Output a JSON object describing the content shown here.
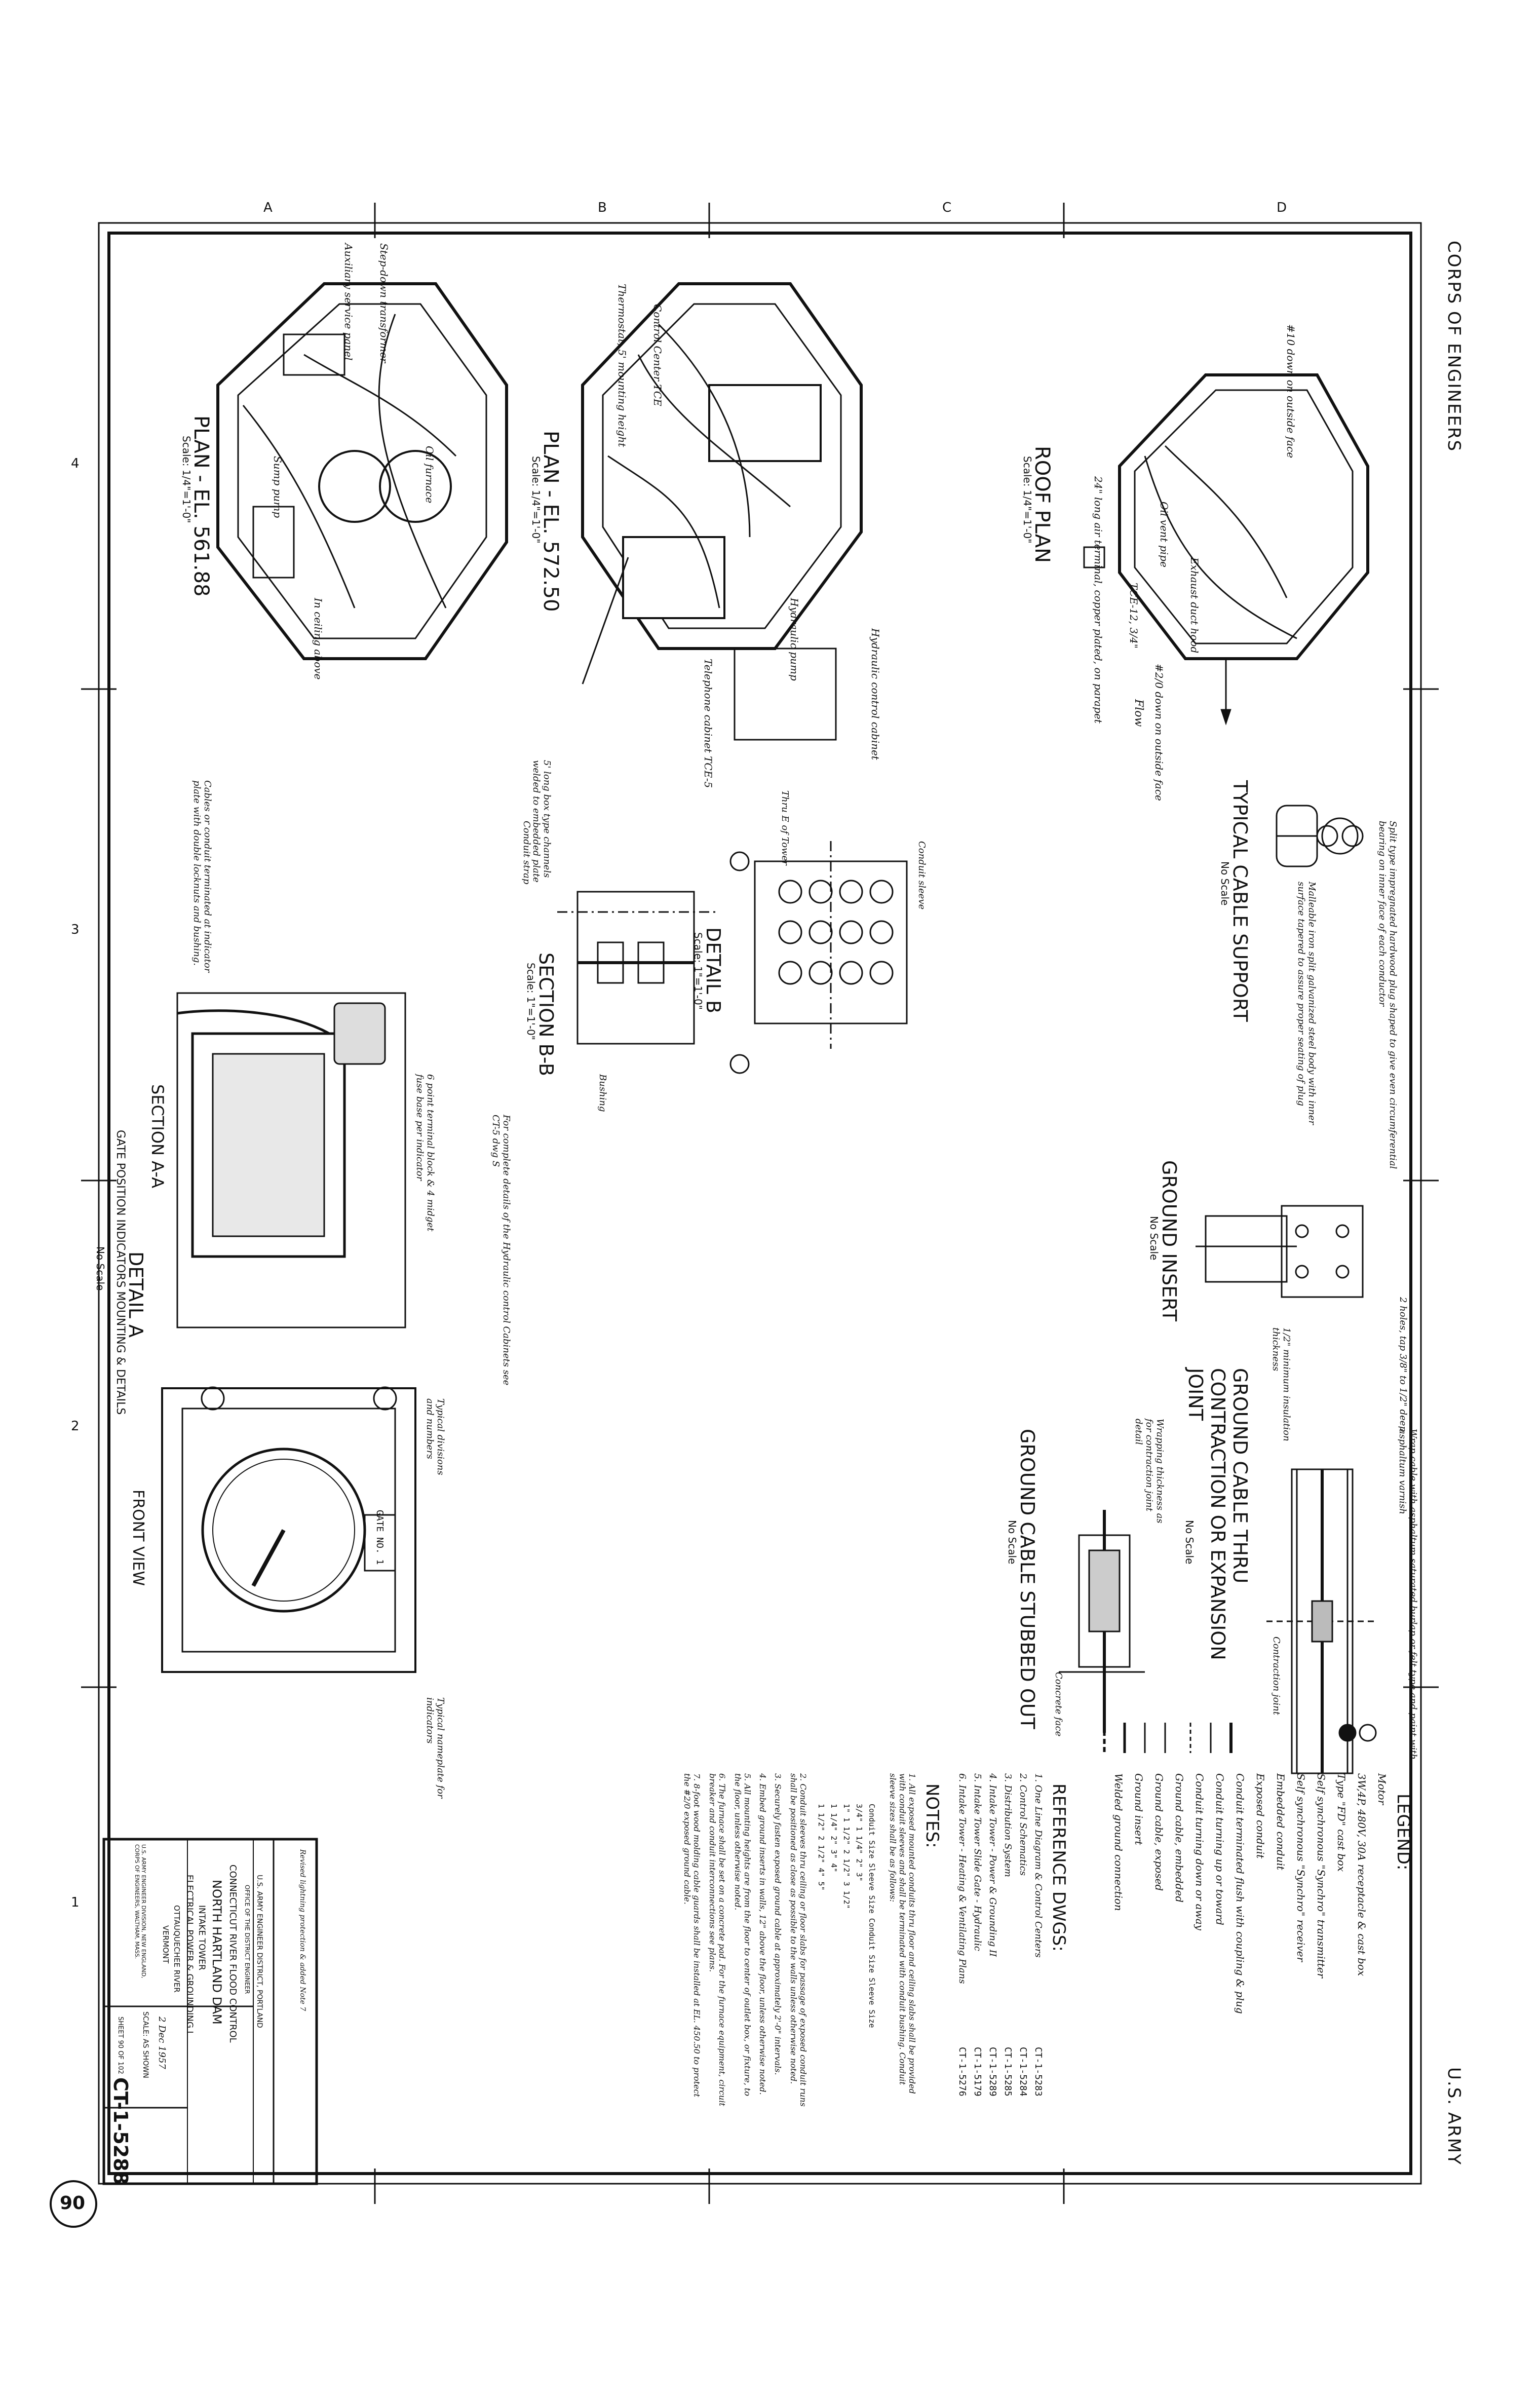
{
  "border": {
    "top_label": "CORPS OF ENGINEERS",
    "right_label": "U.S. ARMY",
    "zone_letters": [
      "A",
      "B",
      "C",
      "D"
    ],
    "zone_numbers": [
      "4",
      "3",
      "2",
      "1"
    ]
  },
  "views": {
    "roof_plan": {
      "title": "ROOF PLAN",
      "scale": "Scale: 1/4\"=1'-0\""
    },
    "plan_572": {
      "title": "PLAN - EL. 572.50",
      "scale": "Scale: 1/4\"=1'-0\""
    },
    "plan_560": {
      "title": "PLAN - EL. 561.88",
      "scale": "Scale: 1/4\"=1'-0\""
    },
    "cable_support": {
      "title": "TYPICAL CABLE SUPPORT",
      "scale": "No Scale"
    },
    "ground_insert": {
      "title": "GROUND INSERT",
      "scale": "No Scale"
    },
    "ground_thru_joint": {
      "title": "GROUND CABLE THRU CONTRACTION OR EXPANSION JOINT",
      "scale": "No Scale"
    },
    "ground_stubbed": {
      "title": "GROUND CABLE STUBBED OUT",
      "scale": "No Scale"
    },
    "detail_b": {
      "title": "DETAIL B",
      "scale": "Scale: 1\"=1'-0\""
    },
    "section_bb": {
      "title": "SECTION B-B",
      "scale": "Scale: 1\"=1'-0\""
    },
    "section_aa": {
      "title": "SECTION A-A"
    },
    "detail_a": {
      "title": "DETAIL A",
      "subtitle": "GATE POSITION INDICATORS MOUNTING & DETAILS",
      "scale": "No Scale"
    },
    "front_view": {
      "title": "FRONT VIEW"
    }
  },
  "annotations": {
    "roof_1": "#10 down on outside face",
    "roof_2": "Exhaust duct hood",
    "roof_3": "Oil vent pipe",
    "roof_4": "24\" long air terminal, copper plated, on parapet",
    "roof_5": "#2/0 down on outside face",
    "roof_6": "Flow",
    "roof_7": "TCE-12, 3/4\"",
    "support_1": "Split type impregnated hardwood plug shaped to give even circumferential bearing on inner face of each conductor",
    "support_2": "Malleable iron split galvanized steel body with inner surface tapered to assure proper seating of plug",
    "insert_1": "2 holes, tap 3/8\" to 1/2\" deep",
    "joint_1": "Wrap cable with asphaltum saturated burlap or felt type and paint with asphaltum varnish",
    "joint_2": "Contraction joint",
    "joint_3": "1/2\" minimum insulation thickness",
    "stub_1": "Wrapping thickness as for contraction joint detail",
    "stub_2": "Concrete face",
    "plan572_1": "Thermostat, 5' mounting height",
    "plan572_2": "Control Center TCE",
    "plan572_3": "Hydraulic control cabinet",
    "plan572_4": "Hydraulic pump",
    "plan572_5": "Telephone cabinet TCE-5",
    "plan560_1": "Step-down transformer",
    "plan560_2": "Oil furnace",
    "plan560_3": "Auxiliary service panel",
    "plan560_4": "Sump pump",
    "plan560_5": "In ceiling above",
    "detail_b_1": "Conduit sleeve",
    "detail_b_2": "Thru E of Tower",
    "section_bb_1": "5' long box type channels welded to embedded plate",
    "section_bb_2": "Conduit strap",
    "section_bb_3": "Bushing",
    "section_bb_4": "For complete details of the Hydraulic control Cabinets see CT-5 dwg S",
    "section_aa_1": "6 point terminal block & 4 midget fuse base per indicator",
    "section_aa_2": "Cables or conduit terminated at indicator plate with double locknuts and bushing.",
    "detail_a_1": "Typical divisions and numbers",
    "detail_a_2": "Typical nameplate for indicators",
    "detail_a_3": "GATE NO. 1"
  },
  "legend": {
    "title": "LEGEND:",
    "items": [
      "Motor",
      "3W,4P, 480V, 30A receptacle & cast box",
      "Type \"FD\" cast box",
      "Self synchronous \"Synchro\" transmitter",
      "Self synchronous \"Synchro\" receiver",
      "Embedded conduit",
      "Exposed conduit",
      "Conduit terminated flush with coupling & plug",
      "Conduit turning up or toward",
      "Conduit turning down or away",
      "Ground cable, embedded",
      "Ground cable, exposed",
      "Ground insert",
      "Welded ground connection"
    ]
  },
  "reference": {
    "title": "REFERENCE DWGS:",
    "items": [
      {
        "name": "1. One Line Diagram & Control Centers",
        "dwg": "CT-1-5283"
      },
      {
        "name": "2. Control Schematics",
        "dwg": "CT-1-5284"
      },
      {
        "name": "3. Distribution System",
        "dwg": "CT-1-5285"
      },
      {
        "name": "4. Intake Tower - Power & Grounding II",
        "dwg": "CT-1-5289"
      },
      {
        "name": "5. Intake Tower Slide Gate - Hydraulic",
        "dwg": "CT-1-5179"
      },
      {
        "name": "6. Intake Tower - Heating & Ventilating Plans",
        "dwg": "CT-1-5276"
      }
    ]
  },
  "notes": {
    "title": "NOTES:",
    "items": [
      "1. All exposed mounted conduits thru floor and ceiling slabs shall be provided with conduit sleeves and shall be terminated with conduit bushing. Conduit sleeve sizes shall be as follows:",
      "2. Conduit sleeves thru ceiling or floor slabs for passage of exposed conduit runs shall be positioned as close as possible to the walls unless otherwise noted.",
      "3. Securely fasten exposed ground cable at approximately 2'-0\" intervals.",
      "4. Embed ground inserts in walls, 12\" above the floor, unless otherwise noted.",
      "5. All mounting heights are from the floor to center of outlet box, or fixture, to the floor, unless otherwise noted.",
      "6. The furnace shall be set on a concrete pad. For the furnace equipment, circuit breaker and conduit interconnections see plans.",
      "7. 8-foot wood molding cable guards shall be installed at EL. 450.50 to protect the #2/0 exposed ground cable."
    ],
    "sleeve_table": {
      "headers": [
        "Conduit Size",
        "Sleeve Size",
        "Conduit Size",
        "Sleeve Size"
      ],
      "rows": [
        [
          "3/4\"",
          "1 1/4\"",
          "2\"",
          "3\""
        ],
        [
          "1\"",
          "1 1/2\"",
          "2 1/2\"",
          "3 1/2\""
        ],
        [
          "1 1/4\"",
          "2\"",
          "3\"",
          "4\""
        ],
        [
          "1 1/2\"",
          "2 1/2\"",
          "4\"",
          "5\""
        ]
      ]
    }
  },
  "title_block": {
    "revision": "Revised lightning protection & added Note 7",
    "agency": "U.S. ARMY ENGINEER DISTRICT, PORTLAND",
    "office": "OFFICE OF THE DISTRICT ENGINEER",
    "project_1": "CONNECTICUT RIVER FLOOD CONTROL",
    "project_2": "NORTH HARTLAND DAM",
    "sheet_title_1": "INTAKE TOWER",
    "sheet_title_2": "ELECTRICAL POWER & GROUNDING I",
    "location_1": "OTTAUQUECHEE RIVER",
    "location_2": "VERMONT",
    "prepared": "U.S. ARMY ENGINEER DIVISION, NEW ENGLAND, CORPS OF ENGINEERS, WALTHAM, MASS.",
    "date": "2 Dec 1957",
    "scale": "SCALE: AS SHOWN",
    "sheet": "SHEET 90 OF 102",
    "drawing_number": "CT-1-5288",
    "sheet_badge": "90"
  }
}
